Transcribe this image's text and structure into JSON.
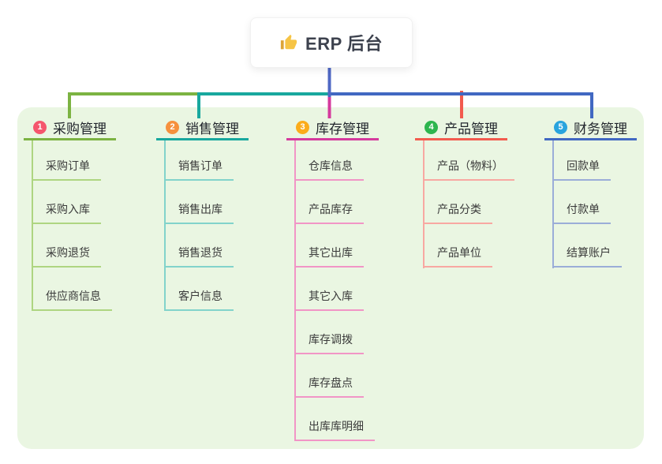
{
  "root": {
    "title": "ERP 后台",
    "icon": "thumbs-up-icon",
    "icon_color": "#f6c445",
    "connector_color": "#4f68c4"
  },
  "panel": {
    "background": "#eaf6e2"
  },
  "branches": [
    {
      "index": "1",
      "label": "采购管理",
      "badge_color": "#f5566d",
      "line_color": "#7cb342",
      "child_line_color": "#aed581",
      "children": [
        "采购订单",
        "采购入库",
        "采购退货",
        "供应商信息"
      ]
    },
    {
      "index": "2",
      "label": "销售管理",
      "badge_color": "#f6913e",
      "line_color": "#18a89e",
      "child_line_color": "#82d3cb",
      "children": [
        "销售订单",
        "销售出库",
        "销售退货",
        "客户信息"
      ]
    },
    {
      "index": "3",
      "label": "库存管理",
      "badge_color": "#fbac1b",
      "line_color": "#d53a9d",
      "child_line_color": "#f195c6",
      "children": [
        "仓库信息",
        "产品库存",
        "其它出库",
        "其它入库",
        "库存调拨",
        "库存盘点",
        "出库库明细"
      ]
    },
    {
      "index": "4",
      "label": "产品管理",
      "badge_color": "#2db54e",
      "line_color": "#f25b4e",
      "child_line_color": "#f8a8a2",
      "children": [
        "产品（物料）",
        "产品分类",
        "产品单位"
      ]
    },
    {
      "index": "5",
      "label": "财务管理",
      "badge_color": "#29a4de",
      "line_color": "#4168c2",
      "child_line_color": "#9badd8",
      "children": [
        "回款单",
        "付款单",
        "结算账户"
      ]
    }
  ]
}
